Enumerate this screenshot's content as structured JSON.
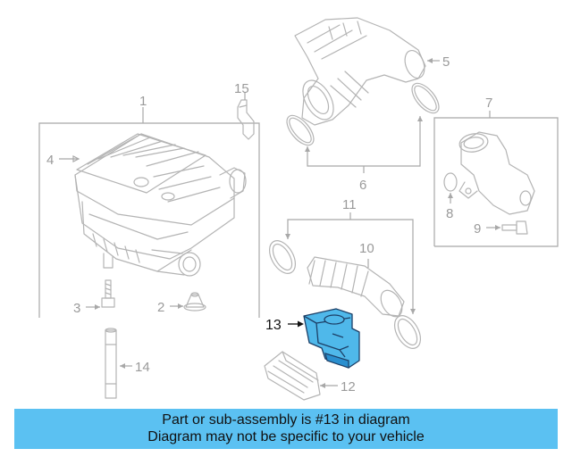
{
  "banner": {
    "line1": "Part or sub-assembly is #13 in diagram",
    "line2": "Diagram may not be specific to your vehicle",
    "color": "#5bc1f2"
  },
  "highlight": {
    "part_number": "13",
    "color": "#4fb8ea"
  },
  "callouts": [
    "1",
    "2",
    "3",
    "4",
    "5",
    "6",
    "7",
    "8",
    "9",
    "10",
    "11",
    "12",
    "13",
    "14",
    "15"
  ]
}
